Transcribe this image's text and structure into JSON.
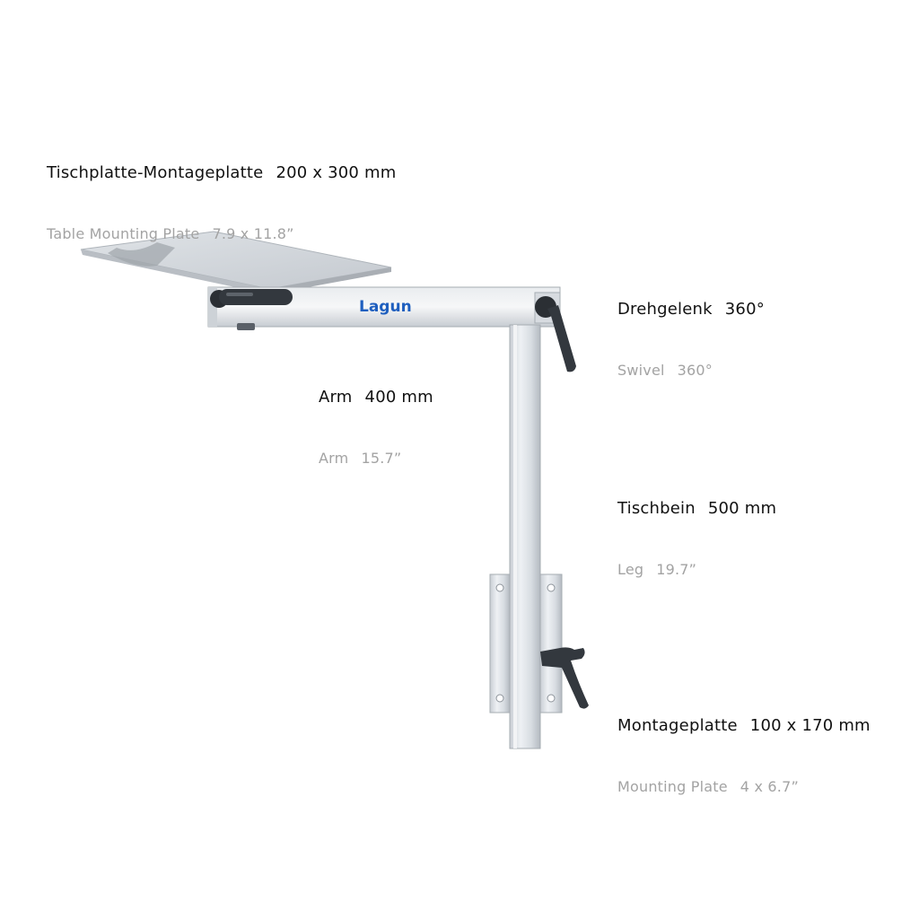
{
  "brand": "Lagun",
  "labels": {
    "table_plate": {
      "de_name": "Tischplatte-Montageplatte",
      "de_value": "200 x 300 mm",
      "en_name": "Table Mounting Plate",
      "en_value": "7.9 x 11.8”"
    },
    "swivel": {
      "de_name": "Drehgelenk",
      "de_value": "360°",
      "en_name": "Swivel",
      "en_value": "360°"
    },
    "arm": {
      "de_name": "Arm",
      "de_value": "400 mm",
      "en_name": "Arm",
      "en_value": "15.7”"
    },
    "leg": {
      "de_name": "Tischbein",
      "de_value": "500 mm",
      "en_name": "Leg",
      "en_value": "19.7”"
    },
    "mount_plate": {
      "de_name": "Montageplatte",
      "de_value": "100 x 170 mm",
      "en_name": "Mounting Plate",
      "en_value": "4 x 6.7”"
    }
  }
}
